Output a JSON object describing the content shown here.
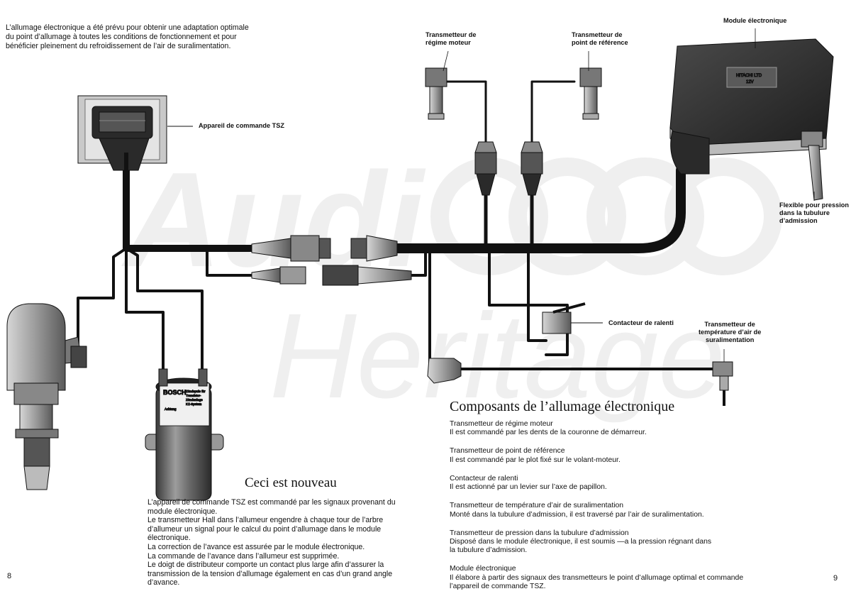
{
  "intro": "L’allumage électronique a été prévu pour obtenir une adaptation optimale du point d’allumage à toutes les conditions de fonctionnement et pour bénéficier pleinement du refroidissement de l’air de suralimentation.",
  "labels": {
    "tsz": "Appareil de commande TSZ",
    "engine_speed": [
      "Transmetteur de",
      "régime moteur"
    ],
    "reference": [
      "Transmetteur de",
      "point de référence"
    ],
    "module": "Module électronique",
    "pressure_hose": [
      "Flexible pour pression",
      "dans la tubulure",
      "d’admission"
    ],
    "idle": "Contacteur de ralenti",
    "temp": [
      "Transmetteur de",
      "température d’air de",
      "suralimentation"
    ]
  },
  "new_section": {
    "title": "Ceci est nouveau",
    "lines": [
      "L’appareil de commande TSZ est commandé par les signaux provenant du module électronique.",
      "Le transmetteur Hall dans l’allumeur engendre à chaque tour de l’arbre d’allumeur un signal pour le calcul du point d’allumage dans le module électronique.",
      "La correction de l’avance est assurée par le module électronique.",
      "La commande de l’avance dans l’allumeur est supprimée.",
      "Le doigt de distributeur comporte un contact plus large afin d’assurer la transmission de la tension d’allumage également en cas d’un grand angle d’avance."
    ]
  },
  "components": {
    "title": "Composants de l’allumage électronique",
    "items": [
      {
        "name": "Transmetteur de régime moteur",
        "desc": "Il est commandé par les dents de la couronne de démarreur."
      },
      {
        "name": "Transmetteur de point de référence",
        "desc": "Il est commandé par le plot fixé sur le volant-moteur."
      },
      {
        "name": "Contacteur de ralenti",
        "desc": "Il est actionné par un levier sur l’axe de papillon."
      },
      {
        "name": "Transmetteur de température d’air de suralimentation",
        "desc": "Monté dans la tubulure d’admission, il est traversé par l’air de suralimentation."
      },
      {
        "name": "Transmetteur de pression dans la tubulure d’admission",
        "desc": "Disposé dans le module électronique, il est soumis —a la pression régnant dans la tubulure d’admission."
      },
      {
        "name": "Module électronique",
        "desc": "Il élabore à partir des signaux des transmetteurs le point d’allumage optimal et commande l’appareil de commande TSZ."
      }
    ]
  },
  "coil_text": {
    "brand": "BOSCH",
    "small": [
      "Zündspule für",
      "Transistor-",
      "Zündanlage",
      "KZ-System",
      "Achtung"
    ]
  },
  "module_plate": {
    "brand": "HITACHI LTD",
    "voltage": "12V"
  },
  "watermark": {
    "line1": "Audi",
    "line2": "Heritage"
  },
  "page_left": "8",
  "page_right": "9",
  "colors": {
    "ink": "#111111",
    "metal": "#8a8a8a",
    "dark_metal": "#3a3a3a",
    "watermark": "#efefef"
  }
}
